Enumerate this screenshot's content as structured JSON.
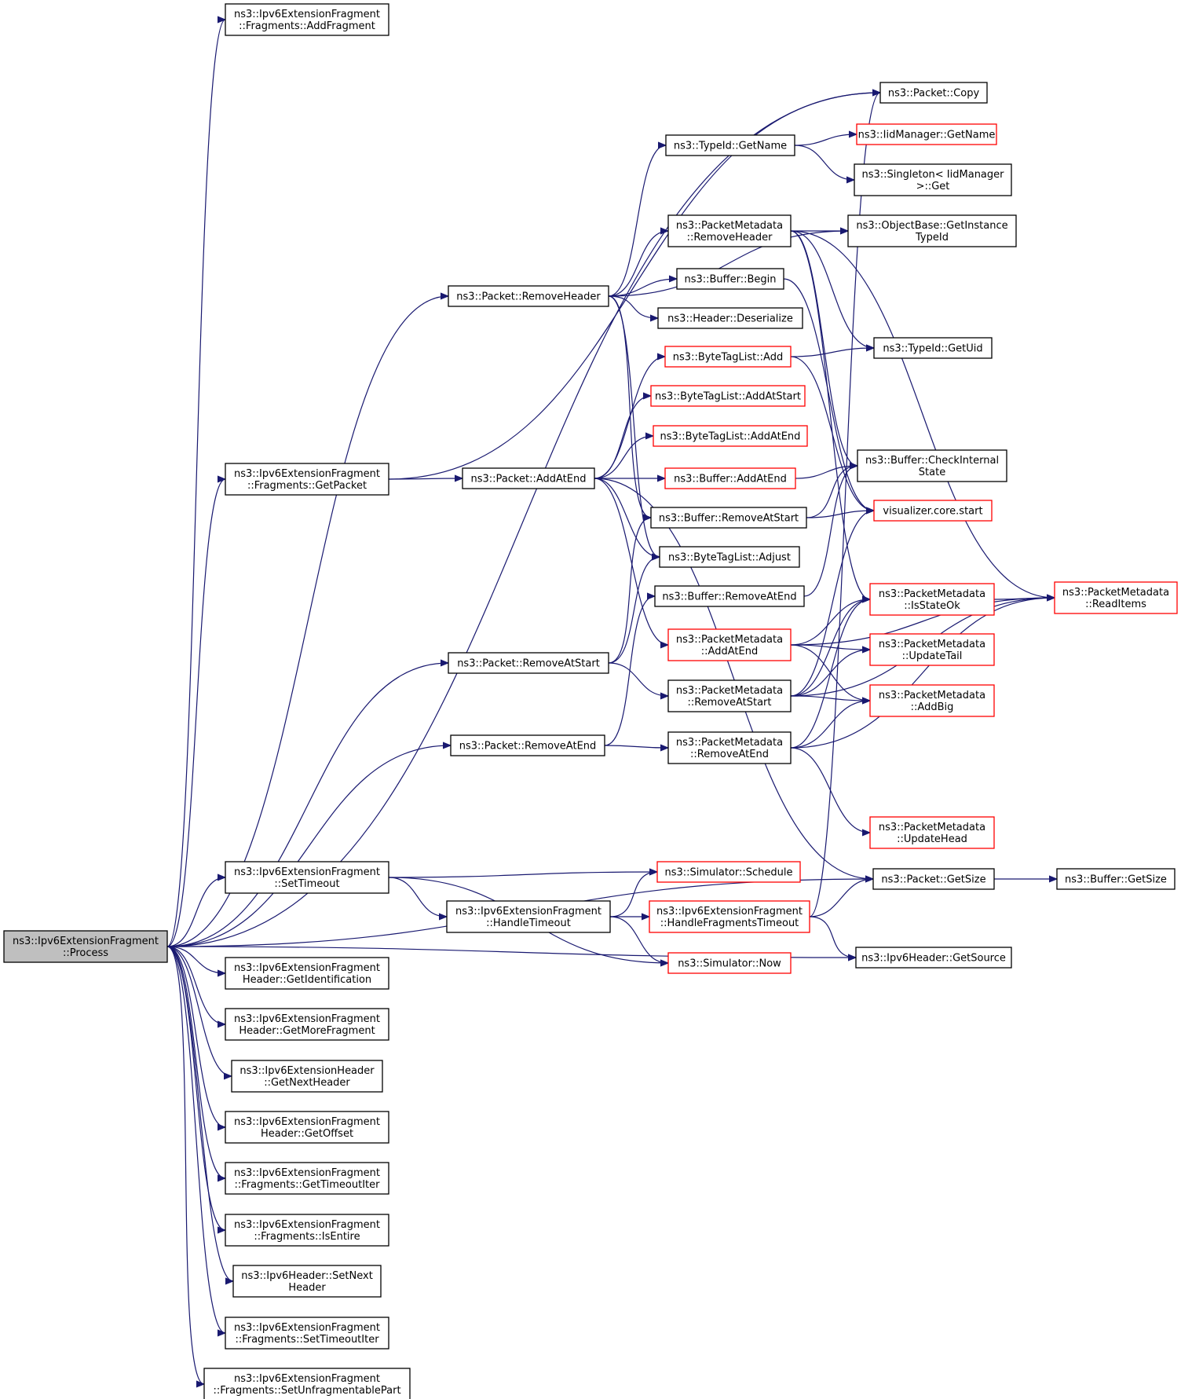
{
  "colors": {
    "edge": "#191970",
    "root_fill": "#bfbfbf",
    "truncated_border": "#ff0000",
    "node_border": "#000000"
  },
  "nodes": [
    {
      "id": "process",
      "lines": [
        "ns3::Ipv6ExtensionFragment",
        "::Process"
      ],
      "style": "root"
    },
    {
      "id": "addfragment",
      "lines": [
        "ns3::Ipv6ExtensionFragment",
        "::Fragments::AddFragment"
      ],
      "style": "normal"
    },
    {
      "id": "copy",
      "lines": [
        "ns3::Packet::Copy"
      ],
      "style": "normal"
    },
    {
      "id": "iidgetname",
      "lines": [
        "ns3::IidManager::GetName"
      ],
      "style": "red"
    },
    {
      "id": "typeidgetname",
      "lines": [
        "ns3::TypeId::GetName"
      ],
      "style": "normal"
    },
    {
      "id": "singleton",
      "lines": [
        "ns3::Singleton< IidManager",
        ">::Get"
      ],
      "style": "normal"
    },
    {
      "id": "pmremoveheader",
      "lines": [
        "ns3::PacketMetadata",
        "::RemoveHeader"
      ],
      "style": "normal"
    },
    {
      "id": "objectbase",
      "lines": [
        "ns3::ObjectBase::GetInstance",
        "TypeId"
      ],
      "style": "normal"
    },
    {
      "id": "packetremoveheader",
      "lines": [
        "ns3::Packet::RemoveHeader"
      ],
      "style": "normal"
    },
    {
      "id": "bufferbegin",
      "lines": [
        "ns3::Buffer::Begin"
      ],
      "style": "normal"
    },
    {
      "id": "headerdeserialize",
      "lines": [
        "ns3::Header::Deserialize"
      ],
      "style": "normal"
    },
    {
      "id": "btladd",
      "lines": [
        "ns3::ByteTagList::Add"
      ],
      "style": "red"
    },
    {
      "id": "typeidgetuid",
      "lines": [
        "ns3::TypeId::GetUid"
      ],
      "style": "normal"
    },
    {
      "id": "btladdatstart",
      "lines": [
        "ns3::ByteTagList::AddAtStart"
      ],
      "style": "red"
    },
    {
      "id": "btladdatend",
      "lines": [
        "ns3::ByteTagList::AddAtEnd"
      ],
      "style": "red"
    },
    {
      "id": "getpacket",
      "lines": [
        "ns3::Ipv6ExtensionFragment",
        "::Fragments::GetPacket"
      ],
      "style": "normal"
    },
    {
      "id": "packetaddatend",
      "lines": [
        "ns3::Packet::AddAtEnd"
      ],
      "style": "normal"
    },
    {
      "id": "bufferaddatend",
      "lines": [
        "ns3::Buffer::AddAtEnd"
      ],
      "style": "red"
    },
    {
      "id": "checkinternal",
      "lines": [
        "ns3::Buffer::CheckInternal",
        "State"
      ],
      "style": "normal"
    },
    {
      "id": "bufferremoveatstart",
      "lines": [
        "ns3::Buffer::RemoveAtStart"
      ],
      "style": "normal"
    },
    {
      "id": "vizstart",
      "lines": [
        "visualizer.core.start"
      ],
      "style": "red"
    },
    {
      "id": "btladjust",
      "lines": [
        "ns3::ByteTagList::Adjust"
      ],
      "style": "normal"
    },
    {
      "id": "bufferremoveatend",
      "lines": [
        "ns3::Buffer::RemoveAtEnd"
      ],
      "style": "normal"
    },
    {
      "id": "isstateok",
      "lines": [
        "ns3::PacketMetadata",
        "::IsStateOk"
      ],
      "style": "red"
    },
    {
      "id": "readitems",
      "lines": [
        "ns3::PacketMetadata",
        "::ReadItems"
      ],
      "style": "red"
    },
    {
      "id": "pmaddatend",
      "lines": [
        "ns3::PacketMetadata",
        "::AddAtEnd"
      ],
      "style": "red"
    },
    {
      "id": "updatetail",
      "lines": [
        "ns3::PacketMetadata",
        "::UpdateTail"
      ],
      "style": "red"
    },
    {
      "id": "packetremoveatstart",
      "lines": [
        "ns3::Packet::RemoveAtStart"
      ],
      "style": "normal"
    },
    {
      "id": "pmremoveatstart",
      "lines": [
        "ns3::PacketMetadata",
        "::RemoveAtStart"
      ],
      "style": "normal"
    },
    {
      "id": "addbig",
      "lines": [
        "ns3::PacketMetadata",
        "::AddBig"
      ],
      "style": "red"
    },
    {
      "id": "packetremoveatend",
      "lines": [
        "ns3::Packet::RemoveAtEnd"
      ],
      "style": "normal"
    },
    {
      "id": "pmremoveatend",
      "lines": [
        "ns3::PacketMetadata",
        "::RemoveAtEnd"
      ],
      "style": "normal"
    },
    {
      "id": "updatehead",
      "lines": [
        "ns3::PacketMetadata",
        "::UpdateHead"
      ],
      "style": "red"
    },
    {
      "id": "settimeout",
      "lines": [
        "ns3::Ipv6ExtensionFragment",
        "::SetTimeout"
      ],
      "style": "normal"
    },
    {
      "id": "schedule",
      "lines": [
        "ns3::Simulator::Schedule"
      ],
      "style": "red"
    },
    {
      "id": "packetgetsize",
      "lines": [
        "ns3::Packet::GetSize"
      ],
      "style": "normal"
    },
    {
      "id": "buffergetsize",
      "lines": [
        "ns3::Buffer::GetSize"
      ],
      "style": "normal"
    },
    {
      "id": "handletimeout",
      "lines": [
        "ns3::Ipv6ExtensionFragment",
        "::HandleTimeout"
      ],
      "style": "normal"
    },
    {
      "id": "handlefragtimeout",
      "lines": [
        "ns3::Ipv6ExtensionFragment",
        "::HandleFragmentsTimeout"
      ],
      "style": "red"
    },
    {
      "id": "getsource",
      "lines": [
        "ns3::Ipv6Header::GetSource"
      ],
      "style": "normal"
    },
    {
      "id": "now",
      "lines": [
        "ns3::Simulator::Now"
      ],
      "style": "red"
    },
    {
      "id": "getidentification",
      "lines": [
        "ns3::Ipv6ExtensionFragment",
        "Header::GetIdentification"
      ],
      "style": "normal"
    },
    {
      "id": "getmorefragment",
      "lines": [
        "ns3::Ipv6ExtensionFragment",
        "Header::GetMoreFragment"
      ],
      "style": "normal"
    },
    {
      "id": "getnextheader",
      "lines": [
        "ns3::Ipv6ExtensionHeader",
        "::GetNextHeader"
      ],
      "style": "normal"
    },
    {
      "id": "getoffset",
      "lines": [
        "ns3::Ipv6ExtensionFragment",
        "Header::GetOffset"
      ],
      "style": "normal"
    },
    {
      "id": "gettimeoutiter",
      "lines": [
        "ns3::Ipv6ExtensionFragment",
        "::Fragments::GetTimeoutIter"
      ],
      "style": "normal"
    },
    {
      "id": "isentire",
      "lines": [
        "ns3::Ipv6ExtensionFragment",
        "::Fragments::IsEntire"
      ],
      "style": "normal"
    },
    {
      "id": "setnextheader",
      "lines": [
        "ns3::Ipv6Header::SetNext",
        "Header"
      ],
      "style": "normal"
    },
    {
      "id": "settimeoutiter",
      "lines": [
        "ns3::Ipv6ExtensionFragment",
        "::Fragments::SetTimeoutIter"
      ],
      "style": "normal"
    },
    {
      "id": "setunfrag",
      "lines": [
        "ns3::Ipv6ExtensionFragment",
        "::Fragments::SetUnfragmentablePart"
      ],
      "style": "normal"
    }
  ],
  "edges": [
    [
      "process",
      "addfragment"
    ],
    [
      "process",
      "copy"
    ],
    [
      "process",
      "packetremoveheader"
    ],
    [
      "process",
      "getpacket"
    ],
    [
      "process",
      "packetremoveatstart"
    ],
    [
      "process",
      "packetremoveatend"
    ],
    [
      "process",
      "packetgetsize"
    ],
    [
      "process",
      "settimeout"
    ],
    [
      "process",
      "getsource"
    ],
    [
      "process",
      "getidentification"
    ],
    [
      "process",
      "getmorefragment"
    ],
    [
      "process",
      "getnextheader"
    ],
    [
      "process",
      "getoffset"
    ],
    [
      "process",
      "gettimeoutiter"
    ],
    [
      "process",
      "isentire"
    ],
    [
      "process",
      "setnextheader"
    ],
    [
      "process",
      "settimeoutiter"
    ],
    [
      "process",
      "setunfrag"
    ],
    [
      "getpacket",
      "copy"
    ],
    [
      "getpacket",
      "packetaddatend"
    ],
    [
      "packetremoveheader",
      "typeidgetname"
    ],
    [
      "packetremoveheader",
      "objectbase"
    ],
    [
      "packetremoveheader",
      "pmremoveheader"
    ],
    [
      "packetremoveheader",
      "bufferbegin"
    ],
    [
      "packetremoveheader",
      "headerdeserialize"
    ],
    [
      "packetremoveheader",
      "bufferremoveatstart"
    ],
    [
      "packetremoveheader",
      "btladjust"
    ],
    [
      "typeidgetname",
      "iidgetname"
    ],
    [
      "typeidgetname",
      "singleton"
    ],
    [
      "pmremoveheader",
      "objectbase"
    ],
    [
      "pmremoveheader",
      "typeidgetuid"
    ],
    [
      "pmremoveheader",
      "checkinternal"
    ],
    [
      "pmremoveheader",
      "isstateok"
    ],
    [
      "pmremoveheader",
      "readitems"
    ],
    [
      "bufferbegin",
      "vizstart"
    ],
    [
      "btladd",
      "typeidgetuid"
    ],
    [
      "btladd",
      "vizstart"
    ],
    [
      "packetaddatend",
      "btladd"
    ],
    [
      "packetaddatend",
      "btladdatstart"
    ],
    [
      "packetaddatend",
      "btladdatend"
    ],
    [
      "packetaddatend",
      "bufferaddatend"
    ],
    [
      "packetaddatend",
      "btladjust"
    ],
    [
      "packetaddatend",
      "pmaddatend"
    ],
    [
      "packetaddatend",
      "packetgetsize"
    ],
    [
      "bufferaddatend",
      "checkinternal"
    ],
    [
      "bufferremoveatstart",
      "checkinternal"
    ],
    [
      "bufferremoveatstart",
      "vizstart"
    ],
    [
      "bufferremoveatend",
      "checkinternal"
    ],
    [
      "packetremoveatstart",
      "bufferremoveatstart"
    ],
    [
      "packetremoveatstart",
      "btladjust"
    ],
    [
      "packetremoveatstart",
      "pmremoveatstart"
    ],
    [
      "packetremoveatend",
      "bufferremoveatend"
    ],
    [
      "packetremoveatend",
      "pmremoveatend"
    ],
    [
      "pmaddatend",
      "readitems"
    ],
    [
      "pmaddatend",
      "isstateok"
    ],
    [
      "pmaddatend",
      "updatetail"
    ],
    [
      "pmaddatend",
      "addbig"
    ],
    [
      "pmremoveatstart",
      "isstateok"
    ],
    [
      "pmremoveatstart",
      "vizstart"
    ],
    [
      "pmremoveatstart",
      "updatetail"
    ],
    [
      "pmremoveatstart",
      "addbig"
    ],
    [
      "pmremoveatstart",
      "readitems"
    ],
    [
      "pmremoveatend",
      "isstateok"
    ],
    [
      "pmremoveatend",
      "addbig"
    ],
    [
      "pmremoveatend",
      "readitems"
    ],
    [
      "pmremoveatend",
      "updatehead"
    ],
    [
      "isstateok",
      "readitems"
    ],
    [
      "packetgetsize",
      "buffergetsize"
    ],
    [
      "settimeout",
      "schedule"
    ],
    [
      "settimeout",
      "handletimeout"
    ],
    [
      "settimeout",
      "now"
    ],
    [
      "handletimeout",
      "schedule"
    ],
    [
      "handletimeout",
      "now"
    ],
    [
      "handletimeout",
      "handlefragtimeout"
    ],
    [
      "handlefragtimeout",
      "copy"
    ],
    [
      "handlefragtimeout",
      "packetgetsize"
    ],
    [
      "handlefragtimeout",
      "getsource"
    ]
  ]
}
